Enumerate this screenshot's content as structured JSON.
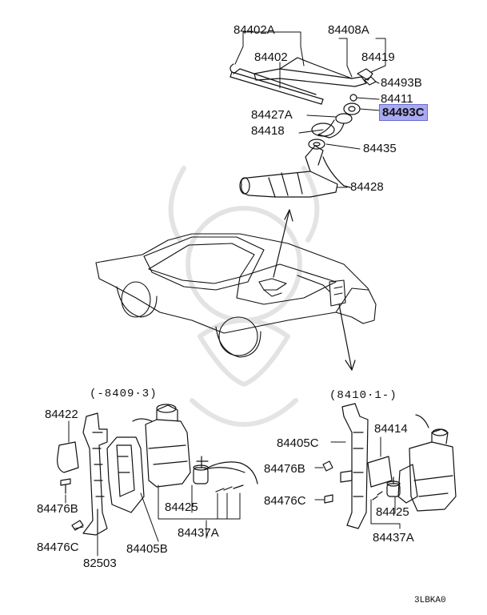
{
  "labels": {
    "p84402A": "84402A",
    "p84408A": "84408A",
    "p84402": "84402",
    "p84419": "84419",
    "p84493B": "84493B",
    "p84411": "84411",
    "p84427A": "84427A",
    "p84493C": "84493C",
    "p84418": "84418",
    "p84435": "84435",
    "p84428": "84428",
    "left_84422": "84422",
    "left_84476B": "84476B",
    "left_84476C": "84476C",
    "left_82503": "82503",
    "left_84405B": "84405B",
    "left_84425": "84425",
    "left_84437A": "84437A",
    "right_84405C": "84405C",
    "right_84414": "84414",
    "right_84476B": "84476B",
    "right_84476C": "84476C",
    "right_84425": "84425",
    "right_84437A": "84437A"
  },
  "ranges": {
    "left": "(-8409·3)",
    "right": "(8410·1-)"
  },
  "diagram_code": "3LBKA0",
  "highlight_color": "#a9a9f0"
}
